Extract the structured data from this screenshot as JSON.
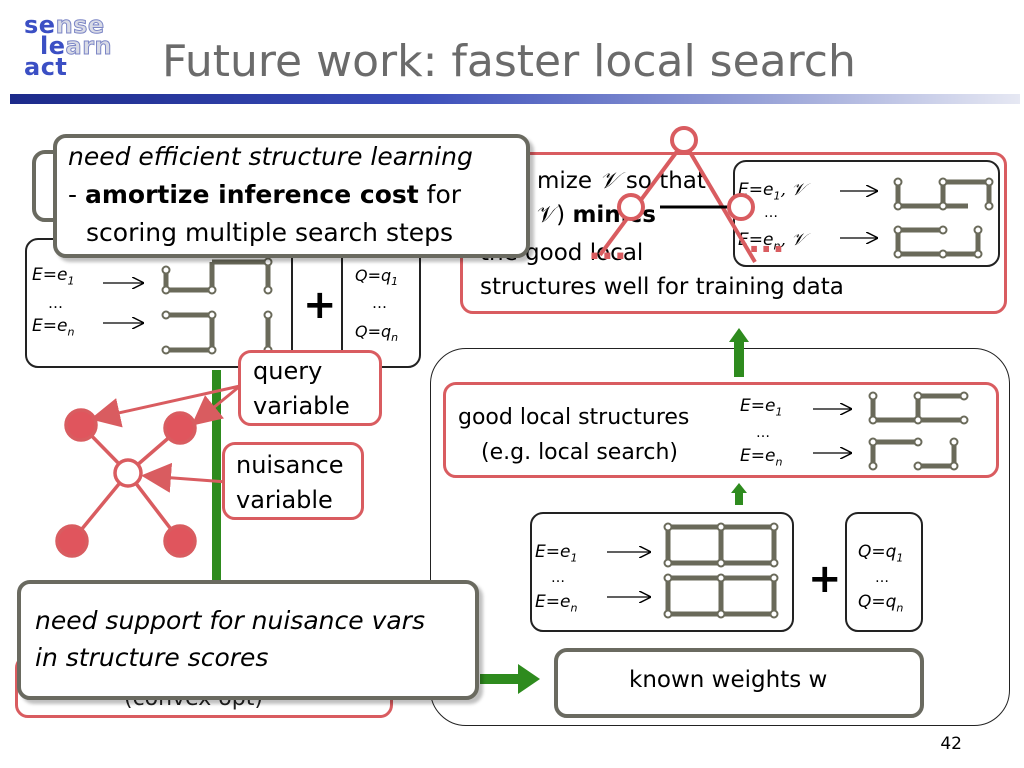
{
  "logo": {
    "w1": [
      "se",
      "nse"
    ],
    "w2": [
      "le",
      "arn"
    ],
    "w3": [
      "act"
    ]
  },
  "slide": {
    "title": "Future work: faster local search",
    "page_number": "42"
  },
  "callouts": {
    "structure_learning": {
      "line1": "need efficient structure learning",
      "line2_prefix": "- ",
      "line2_bold": "amortize inference cost",
      "line2_rest": " for",
      "line3": "scoring multiple search steps"
    },
    "nuisance": {
      "line1": "need support for nuisance vars",
      "line2": "in structure scores"
    }
  },
  "left_panel": {
    "evidence_first": "E=e",
    "evidence_last": "E=e",
    "sub1": "1",
    "subn": "n",
    "ellipsis": "…",
    "plus": "+",
    "query_first": "Q=q",
    "query_last": "Q=q",
    "convex": "(convex opt)"
  },
  "labels": {
    "query_variable": [
      "query",
      "variable"
    ],
    "nuisance_variable": [
      "nuisance",
      "variable"
    ]
  },
  "top_right": {
    "line1_a": "mize ",
    "script_v": "𝒱",
    "line1_b": " so that",
    "line2_a": "𝒱) ",
    "line2_bold": "minics",
    "line3": "the good local",
    "line4": "structures well for training data",
    "e1": "E=e",
    "en": "E=e",
    "sub1": "1",
    "subn": "n",
    "comma_v": ", 𝒱",
    "ellipsis": "…",
    "dots": "..."
  },
  "right_panel": {
    "good_local": {
      "line1": "good local structures",
      "line2": "(e.g. local search)",
      "e1": "E=e",
      "en": "E=e",
      "sub1": "1",
      "subn": "n",
      "ellipsis": "…"
    },
    "inputs": {
      "e1": "E=e",
      "en": "E=e",
      "q1": "Q=q",
      "qn": "Q=q",
      "sub1": "1",
      "subn": "n",
      "ellipsis": "…",
      "plus": "+"
    },
    "known_weights": "known weights w"
  },
  "colors": {
    "red_border": "#d95c60",
    "grey_border": "#6a6a60",
    "green_arrow": "#2e8b1e",
    "structure": "#6a6a5a",
    "node": "#e0555d"
  }
}
